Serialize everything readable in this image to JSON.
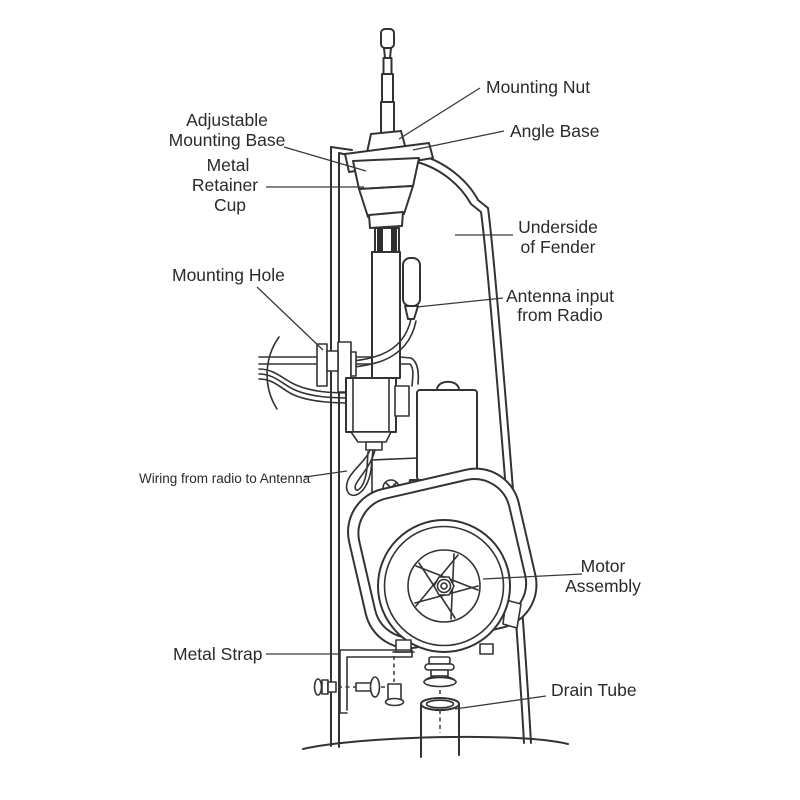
{
  "figure": {
    "kind": "technical line diagram",
    "subject": "Power antenna / motor assembly mounted inside a car fender"
  },
  "colors": {
    "background": "#ffffff",
    "line": "#333333",
    "text": "#2a2a2a"
  },
  "labels": {
    "mounting_nut": "Mounting Nut",
    "angle_base": "Angle Base",
    "adjustable_mounting_base": [
      "Adjustable",
      "Mounting Base"
    ],
    "metal_retainer_cup": [
      "Metal",
      "Retainer",
      "Cup"
    ],
    "underside_of_fender": [
      "Underside",
      "of Fender"
    ],
    "antenna_input": [
      "Antenna input",
      "from Radio"
    ],
    "mounting_hole": "Mounting Hole",
    "wiring": "Wiring from radio to Antenna",
    "motor_assembly": [
      "Motor",
      "Assembly"
    ],
    "metal_strap": "Metal Strap",
    "drain_tube": "Drain Tube"
  }
}
